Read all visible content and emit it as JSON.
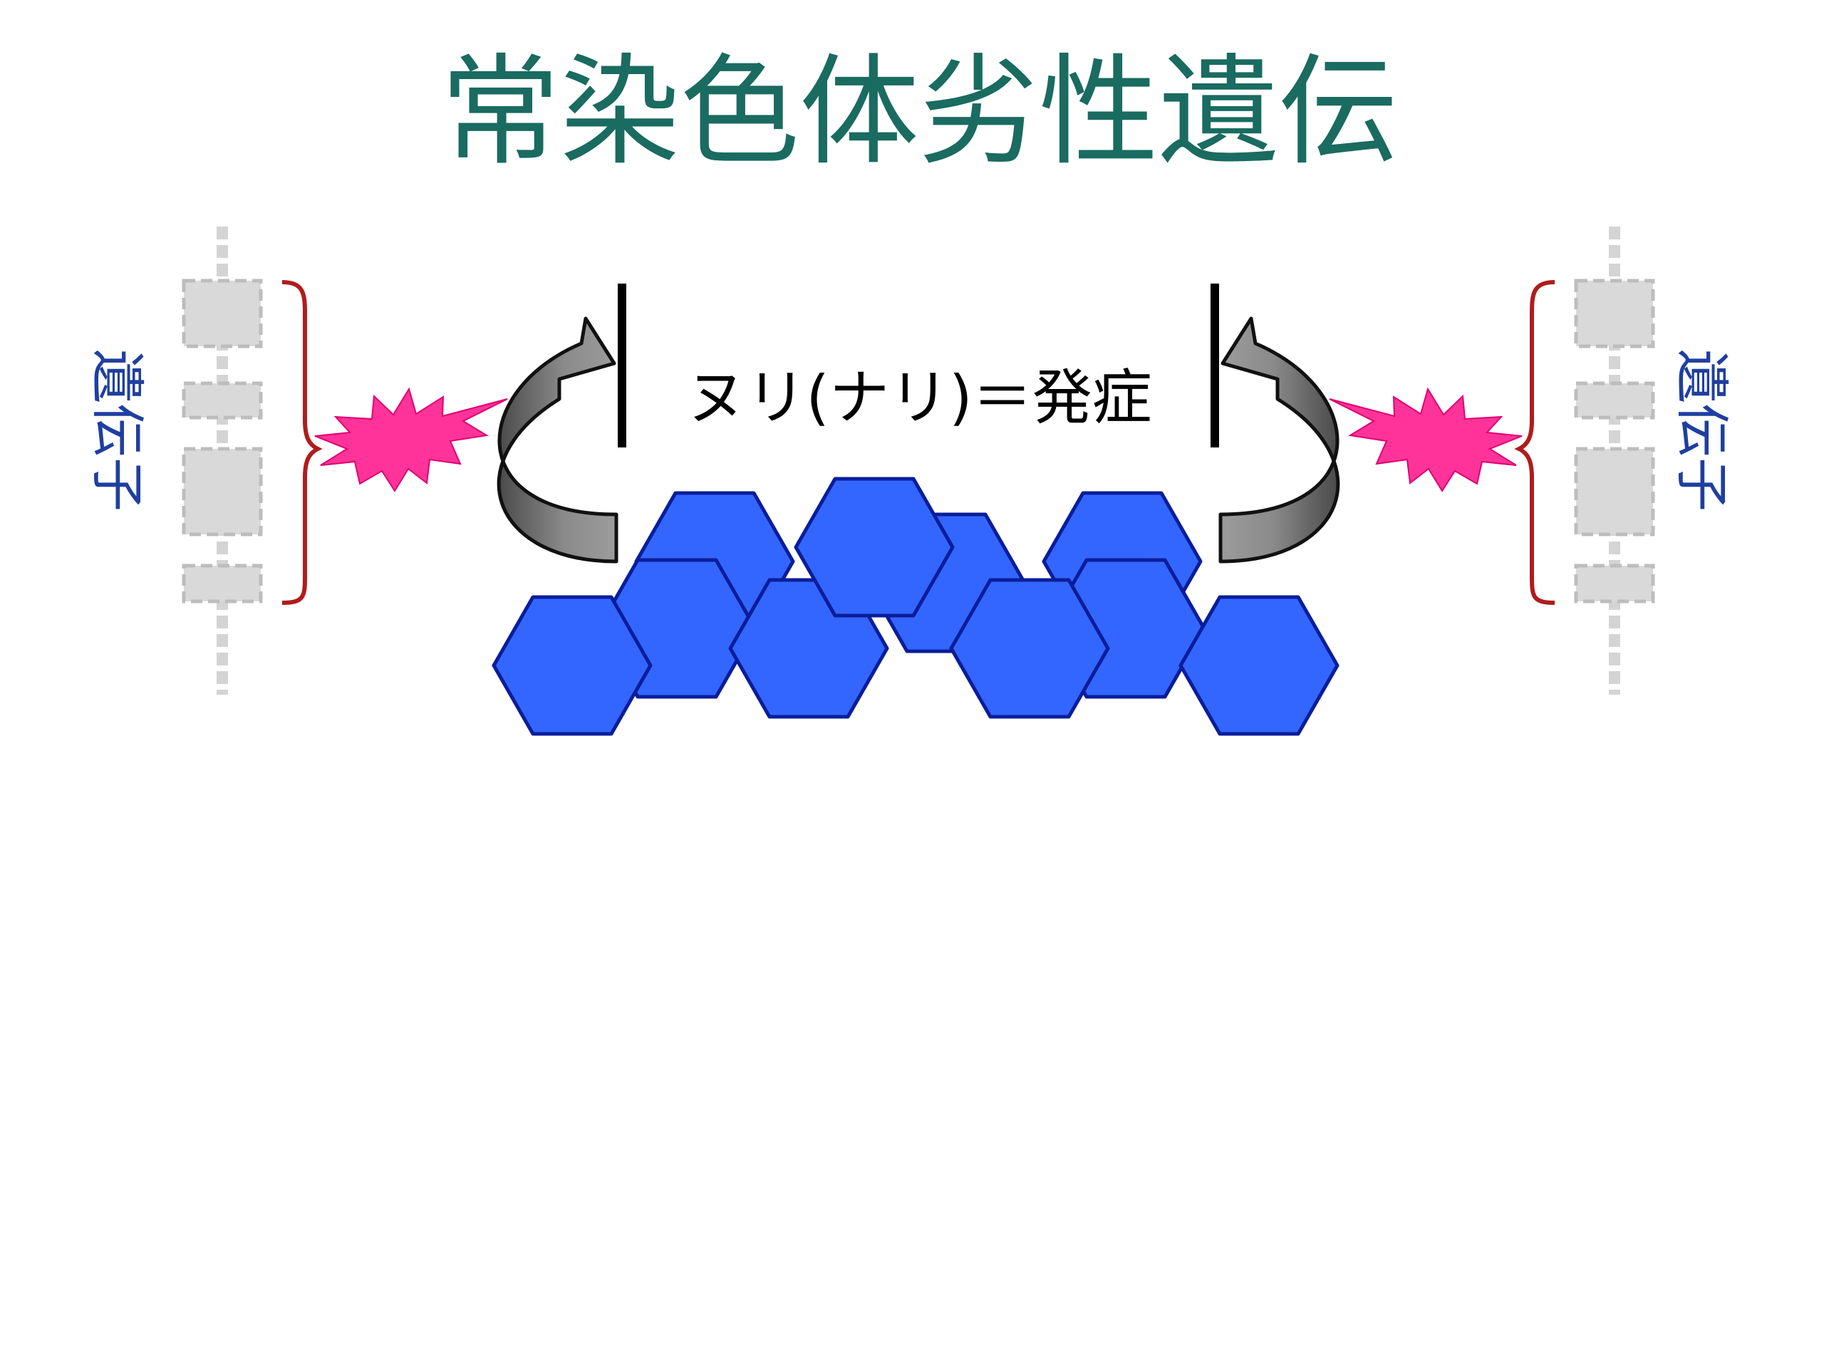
{
  "title": "常染色体劣性遺伝",
  "center_label": "ヌリ(ナリ)＝発症",
  "left_gene_label": "遺伝子",
  "right_gene_label": "遺伝子",
  "colors": {
    "title": "#1a6b60",
    "gene_label": "#1f3fa0",
    "hexagon_fill": "#3366ff",
    "hexagon_stroke": "#0a1d9a",
    "starburst": "#ff3399",
    "brace": "#b01c1c",
    "chromosome": "#d9d9d9",
    "arrow_fill": "#7a7a7a",
    "barrier": "#000000"
  }
}
